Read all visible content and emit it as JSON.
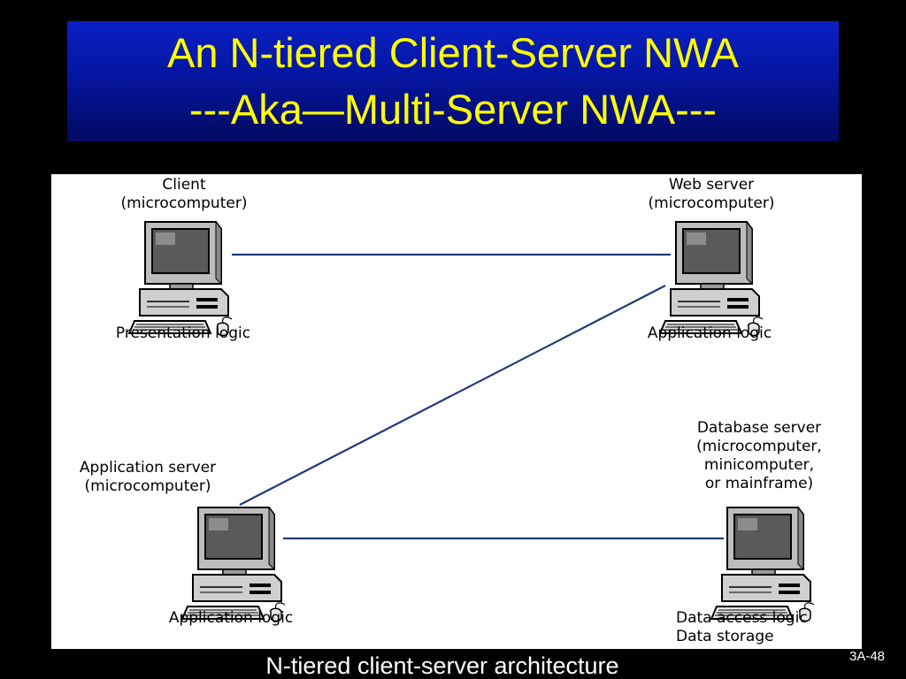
{
  "title": {
    "line1": "An N-tiered Client-Server NWA",
    "line2": "---Aka—Multi-Server NWA---"
  },
  "diagram": {
    "nodes": [
      {
        "id": "client",
        "name_label": "Client\n(microcomputer)",
        "role_label": "Presentation logic",
        "icon": "desktop-computer-icon"
      },
      {
        "id": "web-server",
        "name_label": "Web server\n(microcomputer)",
        "role_label": "Application logic",
        "icon": "desktop-computer-icon"
      },
      {
        "id": "app-server",
        "name_label": "Application server\n(microcomputer)",
        "role_label": "Application logic",
        "icon": "desktop-computer-icon"
      },
      {
        "id": "db-server",
        "name_label": "Database server\n(microcomputer,\nminicomputer,\nor mainframe)",
        "role_label": "Data access logic\nData storage",
        "icon": "desktop-computer-icon"
      }
    ],
    "connections": [
      {
        "from": "client",
        "to": "web-server"
      },
      {
        "from": "web-server",
        "to": "app-server"
      },
      {
        "from": "app-server",
        "to": "db-server"
      }
    ],
    "link_color": "#1f3a7a"
  },
  "caption": "N-tiered client-server architecture",
  "page_number": "3A-48"
}
